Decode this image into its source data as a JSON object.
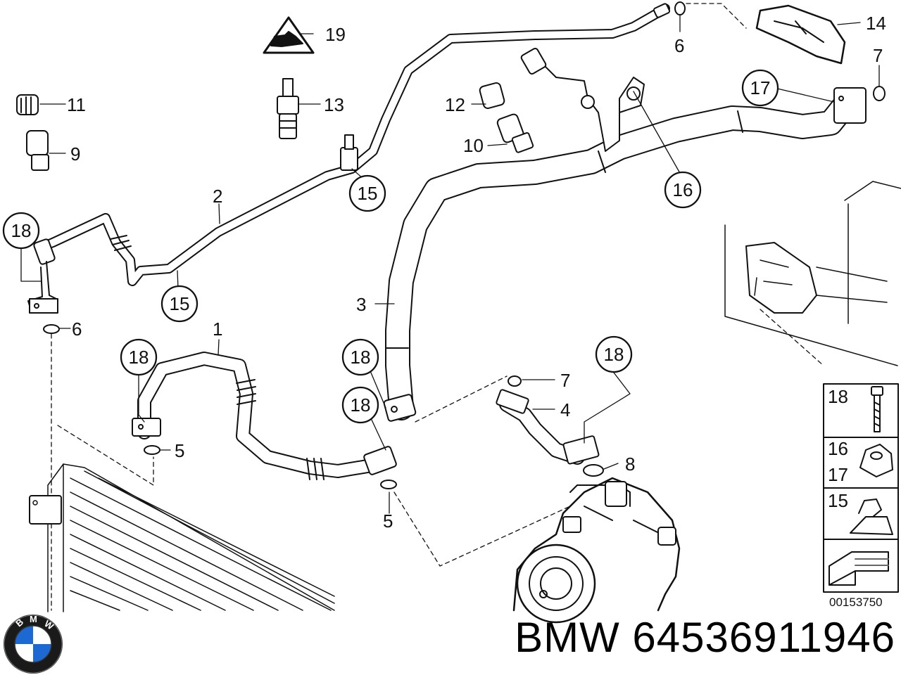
{
  "diagram": {
    "callouts": [
      {
        "id": "c19",
        "text": "19"
      },
      {
        "id": "c11",
        "text": "11"
      },
      {
        "id": "c13",
        "text": "13"
      },
      {
        "id": "c9",
        "text": "9"
      },
      {
        "id": "c12",
        "text": "12"
      },
      {
        "id": "c10",
        "text": "10"
      },
      {
        "id": "c6a",
        "text": "6"
      },
      {
        "id": "c14",
        "text": "14"
      },
      {
        "id": "c7a",
        "text": "7"
      },
      {
        "id": "c2",
        "text": "2"
      },
      {
        "id": "c3",
        "text": "3"
      },
      {
        "id": "c6b",
        "text": "6"
      },
      {
        "id": "c1",
        "text": "1"
      },
      {
        "id": "c7b",
        "text": "7"
      },
      {
        "id": "c4",
        "text": "4"
      },
      {
        "id": "c8",
        "text": "8"
      },
      {
        "id": "c5a",
        "text": "5"
      },
      {
        "id": "c5b",
        "text": "5"
      }
    ],
    "circled_callouts": [
      {
        "id": "r17",
        "text": "17"
      },
      {
        "id": "r15a",
        "text": "15"
      },
      {
        "id": "r16",
        "text": "16"
      },
      {
        "id": "r18a",
        "text": "18"
      },
      {
        "id": "r15b",
        "text": "15"
      },
      {
        "id": "r18b",
        "text": "18"
      },
      {
        "id": "r18c",
        "text": "18"
      },
      {
        "id": "r18d",
        "text": "18"
      },
      {
        "id": "r18e",
        "text": "18"
      }
    ],
    "legend": [
      {
        "id": "lg18",
        "labels": [
          "18"
        ],
        "icon": "bolt-icon"
      },
      {
        "id": "lg1617",
        "labels": [
          "16",
          "17"
        ],
        "icon": "nut-icon"
      },
      {
        "id": "lg15",
        "labels": [
          "15"
        ],
        "icon": "clip-icon"
      },
      {
        "id": "lgarrow",
        "labels": [],
        "icon": "direction-arrow-icon"
      }
    ],
    "reference_code": "00153750"
  },
  "footer": {
    "title": "BMW 64536911946",
    "logo_letters": "BMW"
  }
}
